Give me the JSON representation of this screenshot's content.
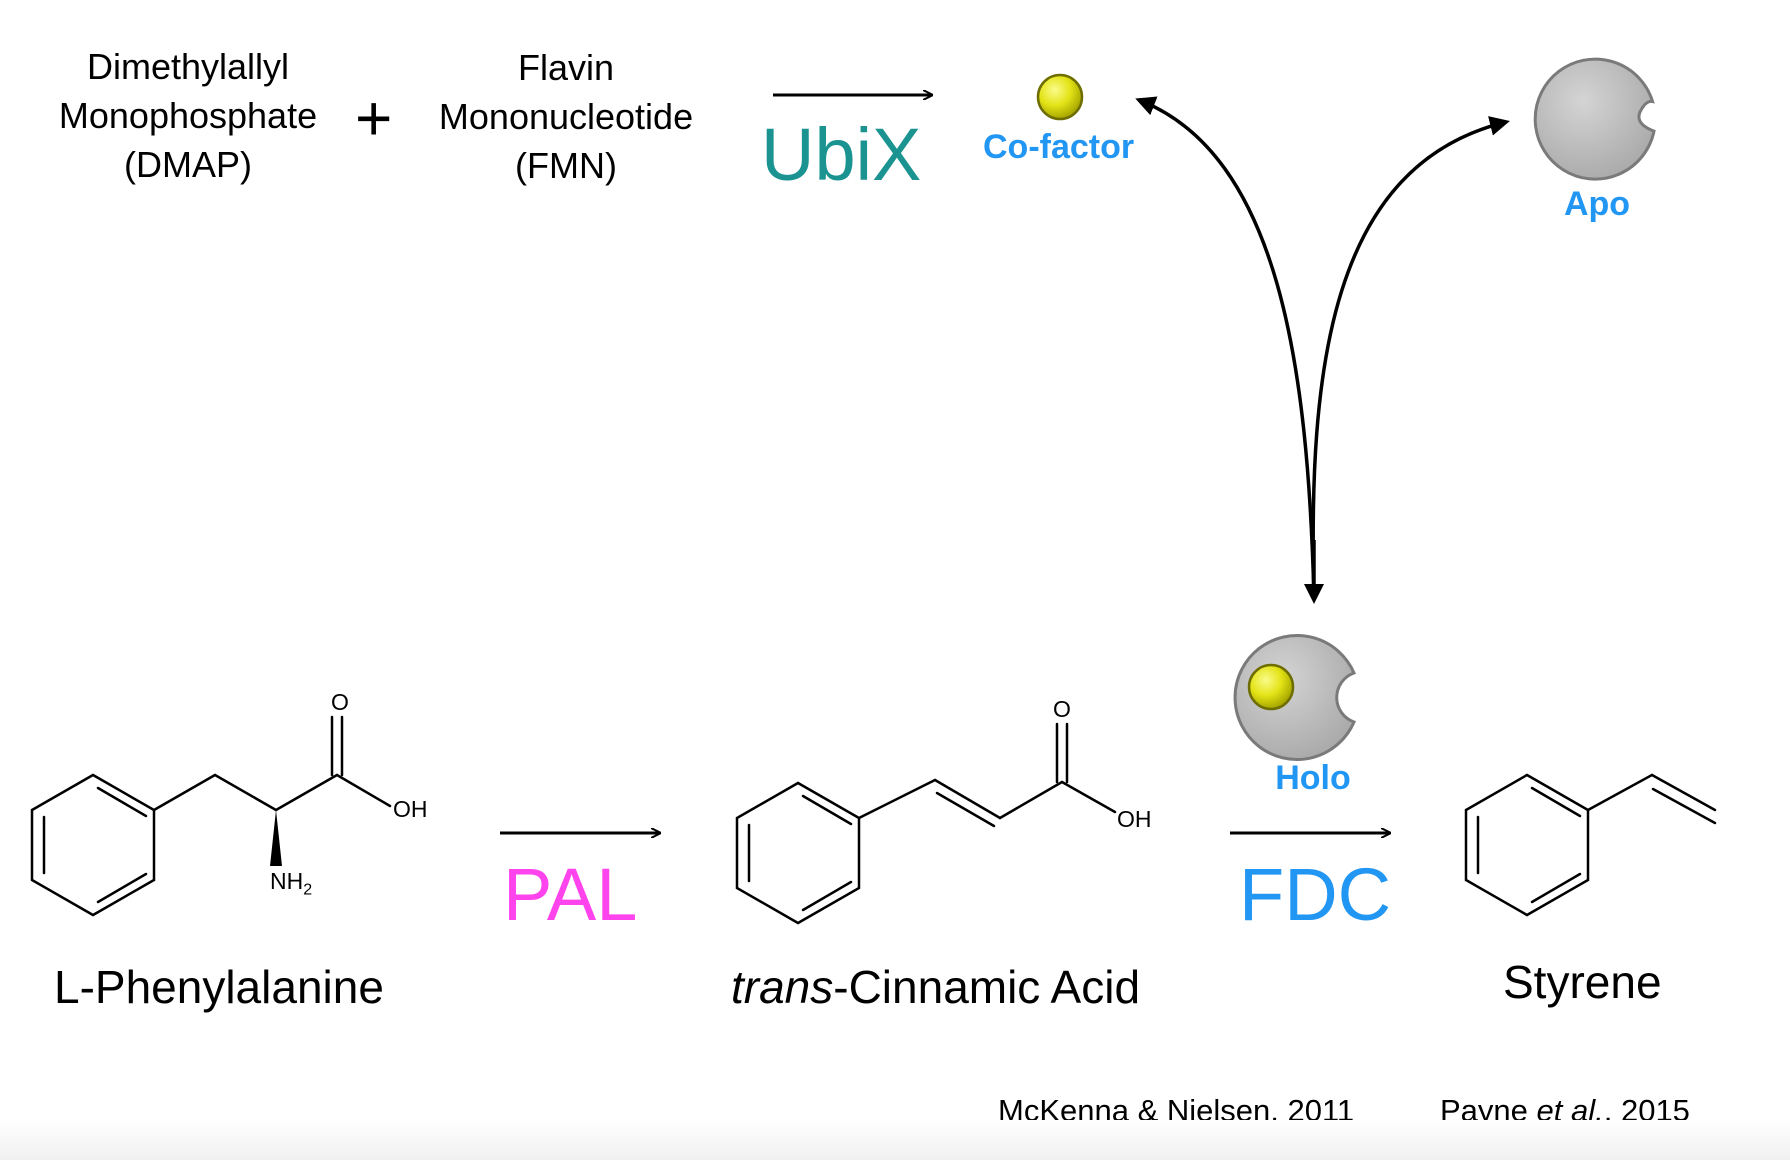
{
  "reagents": {
    "dmap": [
      "Dimethylallyl",
      "Monophosphate",
      "(DMAP)"
    ],
    "plus": "+",
    "fmn": [
      "Flavin",
      "Mononucleotide",
      "(FMN)"
    ]
  },
  "enzymes": {
    "ubix": "UbiX",
    "pal": "PAL",
    "fdc": "FDC"
  },
  "tags": {
    "cofactor": "Co-factor",
    "apo": "Apo",
    "holo": "Holo"
  },
  "atoms": {
    "o1": "O",
    "oh1": "OH",
    "nh2": "NH",
    "nh2_sub": "2",
    "o2": "O",
    "oh2": "OH"
  },
  "compounds": {
    "phe": "L-Phenylalanine",
    "cinnamic_italic": "trans",
    "cinnamic_rest": "-Cinnamic Acid",
    "styrene": "Styrene"
  },
  "references": {
    "ref1": "McKenna & Nielsen, 2011",
    "ref2_author": "Payne ",
    "ref2_etal": "et al.",
    "ref2_year": ", 2015"
  },
  "colors": {
    "ubix": "#1a9391",
    "pal": "#ff44ee",
    "fdc": "#2196f3",
    "tag": "#2196f3",
    "protein": "#bdbdbd",
    "cofactor_ball": "#e6e619"
  }
}
